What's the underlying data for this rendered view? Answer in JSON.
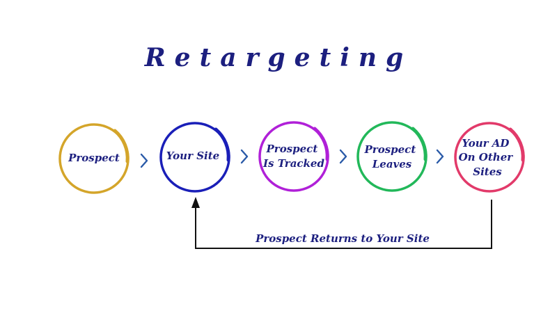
{
  "title": "Retargeting",
  "steps": [
    {
      "lines": [
        "Prospect"
      ],
      "color": "#d4a52a"
    },
    {
      "lines": [
        "Your Site"
      ],
      "color": "#1a1fb8"
    },
    {
      "lines": [
        "Prospect",
        "Is Tracked"
      ],
      "color": "#b020d8"
    },
    {
      "lines": [
        "Prospect",
        "Leaves"
      ],
      "color": "#22b85a"
    },
    {
      "lines": [
        "Your AD",
        "On Other",
        "Sites"
      ],
      "color": "#e23a6a"
    }
  ],
  "return_label": "Prospect Returns to Your Site",
  "text_color": "#1c1f7f",
  "arrow_color": "#2a5aa8"
}
